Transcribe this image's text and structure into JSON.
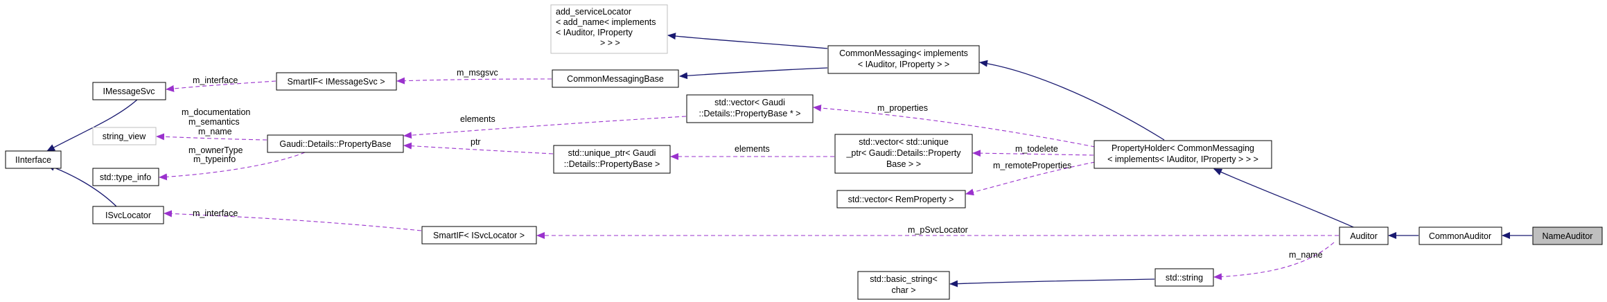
{
  "nodes": {
    "add_service_locator": [
      "add_serviceLocator",
      "< add_name< implements",
      "< IAuditor, IProperty",
      "> > >"
    ],
    "common_messaging": [
      "CommonMessaging< implements",
      "< IAuditor, IProperty > >"
    ],
    "common_messaging_base": [
      "CommonMessagingBase"
    ],
    "smartif_imessagesvc": [
      "SmartIF< IMessageSvc >"
    ],
    "imessagesvc": [
      "IMessageSvc"
    ],
    "iinterface": [
      "IInterface"
    ],
    "string_view": [
      "string_view"
    ],
    "type_info": [
      "std::type_info"
    ],
    "isvclocator": [
      "ISvcLocator"
    ],
    "property_base": [
      "Gaudi::Details::PropertyBase"
    ],
    "vector_propertybase_ptr": [
      "std::vector< Gaudi",
      "::Details::PropertyBase * >"
    ],
    "unique_ptr_propertybase": [
      "std::unique_ptr< Gaudi",
      "::Details::PropertyBase >"
    ],
    "vector_unique_ptr": [
      "std::vector< std::unique",
      "_ptr< Gaudi::Details::Property",
      "Base > >"
    ],
    "vector_remproperty": [
      "std::vector< RemProperty >"
    ],
    "property_holder": [
      "PropertyHolder< CommonMessaging",
      "< implements< IAuditor, IProperty > > >"
    ],
    "smartif_isvclocator": [
      "SmartIF< ISvcLocator >"
    ],
    "auditor": [
      "Auditor"
    ],
    "common_auditor": [
      "CommonAuditor"
    ],
    "name_auditor": [
      "NameAuditor"
    ],
    "std_string": [
      "std::string"
    ],
    "basic_string": [
      "std::basic_string<",
      "char >"
    ]
  },
  "edge_labels": {
    "m_interface_msg": "m_interface",
    "m_msgsvc": "m_msgsvc",
    "m_documentation": "m_documentation",
    "m_semantics": "m_semantics",
    "m_name_pb": "m_name",
    "m_ownertype": "m_ownerType",
    "m_typeinfo": "m_typeinfo",
    "m_interface_svc": "m_interface",
    "elements_vec": "elements",
    "ptr": "ptr",
    "elements_uptr": "elements",
    "m_properties": "m_properties",
    "m_todelete": "m_todelete",
    "m_remoteproperties": "m_remoteProperties",
    "m_psvclocator": "m_pSvcLocator",
    "m_name_aud": "m_name"
  }
}
